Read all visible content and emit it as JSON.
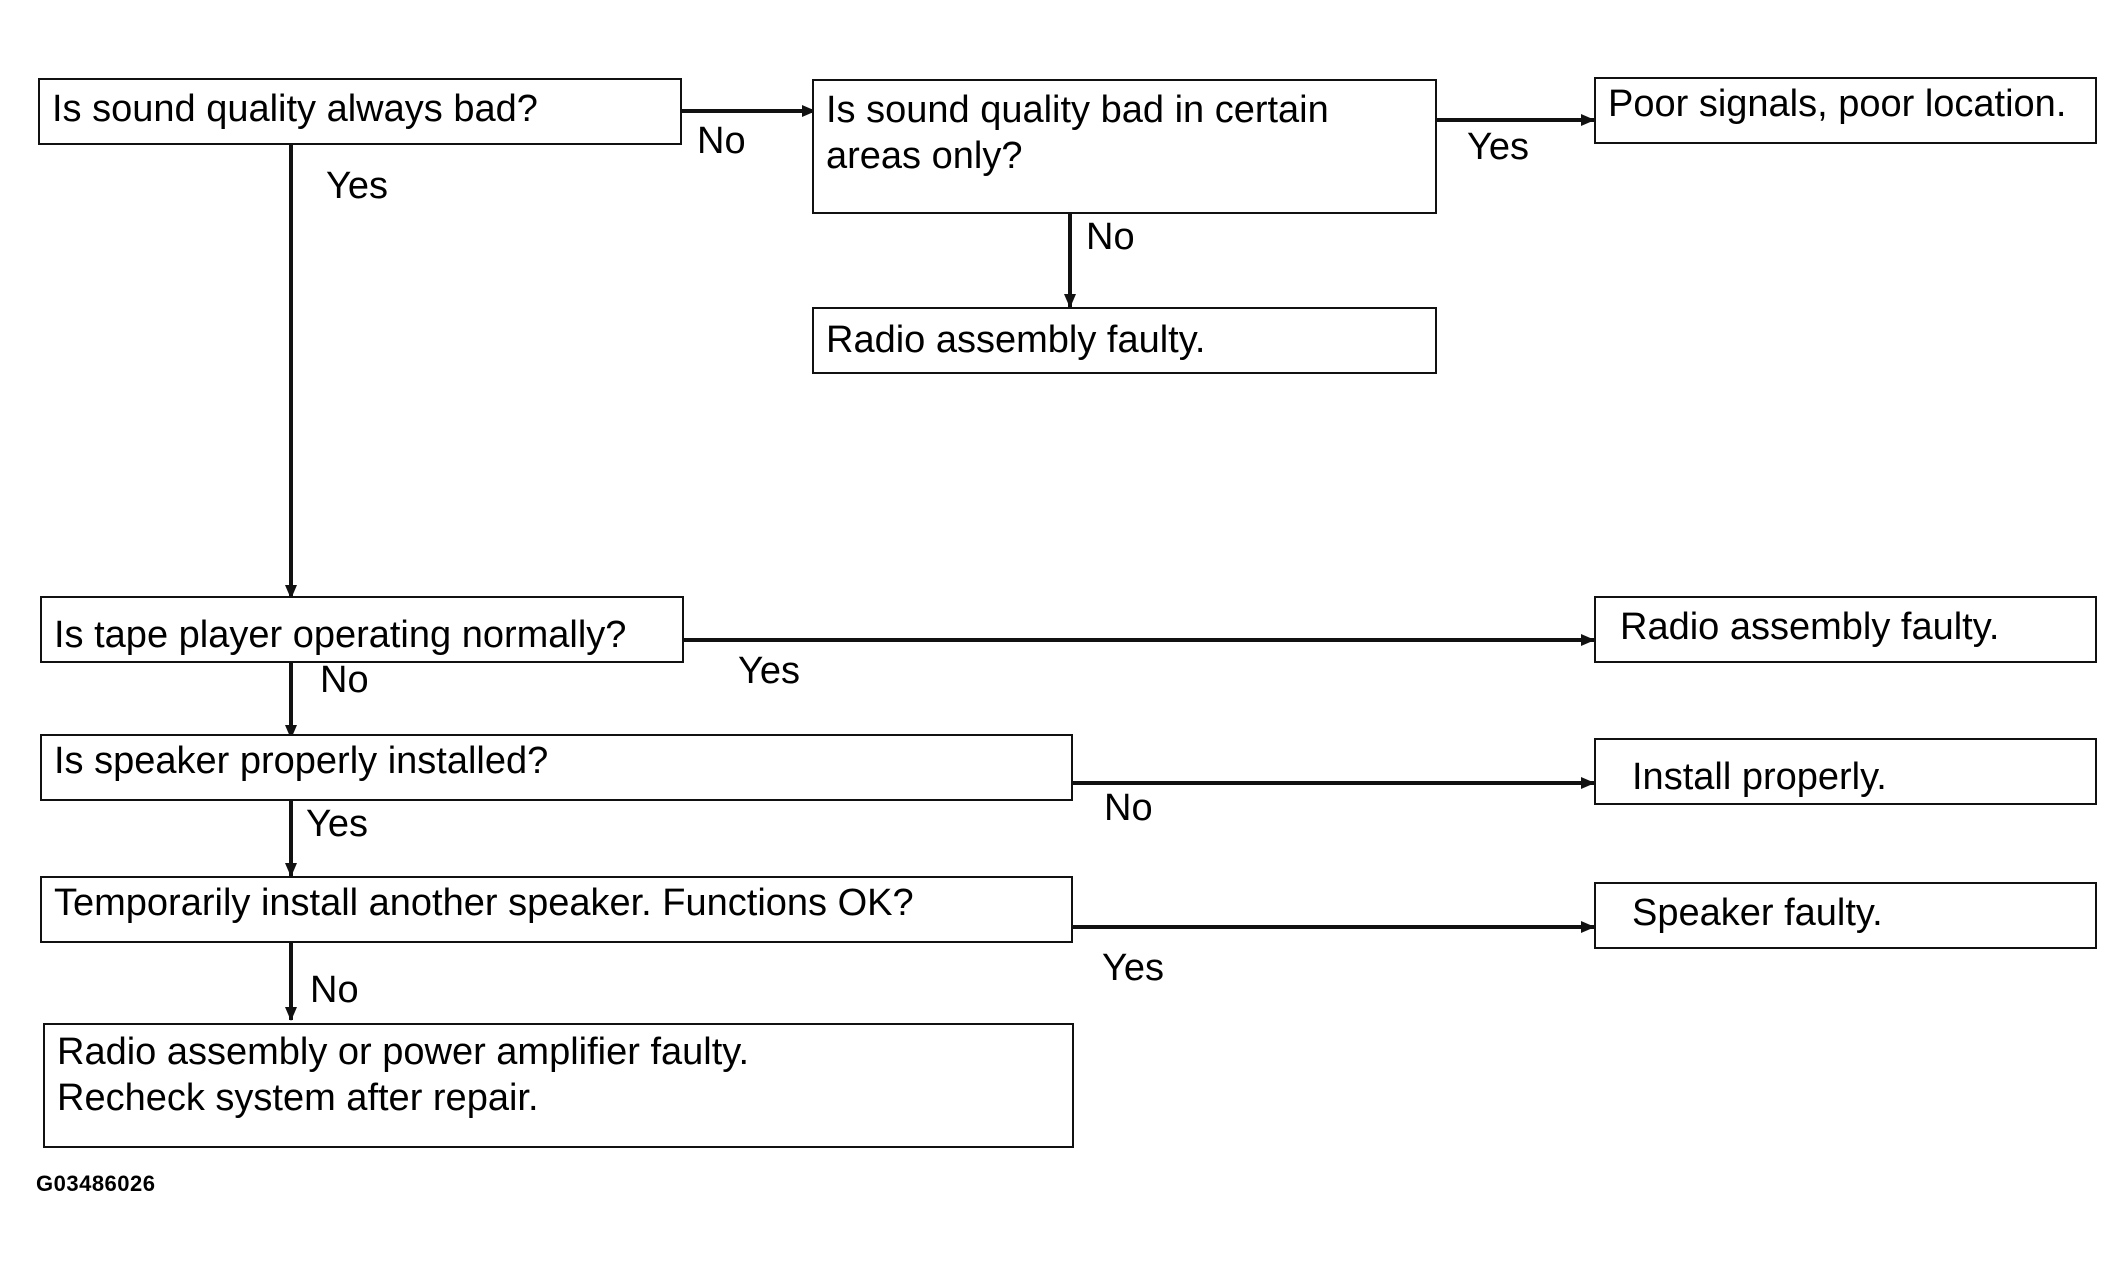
{
  "nodes": {
    "q_always_bad": "Is sound quality always bad?",
    "q_certain_areas": [
      "Is sound quality bad in certain",
      "areas only?"
    ],
    "r_poor_signals": "Poor signals, poor location.",
    "r_radio_faulty_1": "Radio assembly faulty.",
    "q_tape_player": "Is tape player operating normally?",
    "r_radio_faulty_2": "Radio assembly faulty.",
    "q_speaker_installed": "Is speaker properly installed?",
    "r_install_properly": "Install properly.",
    "q_another_speaker": "Temporarily install another speaker. Functions OK?",
    "r_speaker_faulty": "Speaker faulty.",
    "r_radio_or_amp": [
      "Radio assembly or power amplifier faulty.",
      "Recheck system after repair."
    ]
  },
  "edge_labels": {
    "always_bad_no": "No",
    "always_bad_yes": "Yes",
    "certain_areas_yes": "Yes",
    "certain_areas_no": "No",
    "tape_yes": "Yes",
    "tape_no": "No",
    "speaker_installed_no": "No",
    "speaker_installed_yes": "Yes",
    "another_speaker_yes": "Yes",
    "another_speaker_no": "No"
  },
  "figure_code": "G03486026"
}
